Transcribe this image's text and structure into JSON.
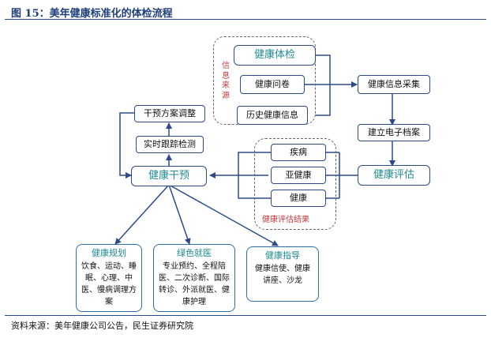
{
  "figure": {
    "title": "图 15：美年健康标准化的体检流程",
    "source": "资料来源：美年健康公司公告，民生证券研究院"
  },
  "info_group": {
    "label": "信息来源"
  },
  "eval_group": {
    "label": "健康评估结果"
  },
  "nodes": {
    "health_checkup": "健康体检",
    "health_questionnaire": "健康问卷",
    "history_records": "历史健康信息",
    "info_collection": "健康信息采集",
    "e_archive": "建立电子档案",
    "health_eval": "健康评估",
    "disease": "疾病",
    "sub_health": "亚健康",
    "healthy": "健康",
    "intervention": "健康干预",
    "realtime_tracking": "实时跟踪检测",
    "plan_adjust": "干预方案调整"
  },
  "cards": {
    "planning": {
      "title": "健康规划",
      "body": "饮食、运动、睡眠、心理、中医、慢病调理方案"
    },
    "green_channel": {
      "title": "绿色就医",
      "body": "专业预约、全程陪医、二次诊断、国际转诊、外派就医、健康护理"
    },
    "guidance": {
      "title": "健康指导",
      "body": "健康信使、健康讲座、沙龙"
    }
  },
  "colors": {
    "line": "#2c4a8c",
    "accent_text": "#1f8a8f",
    "group_label": "#c23a3a",
    "rule": "#2a4a8a"
  }
}
